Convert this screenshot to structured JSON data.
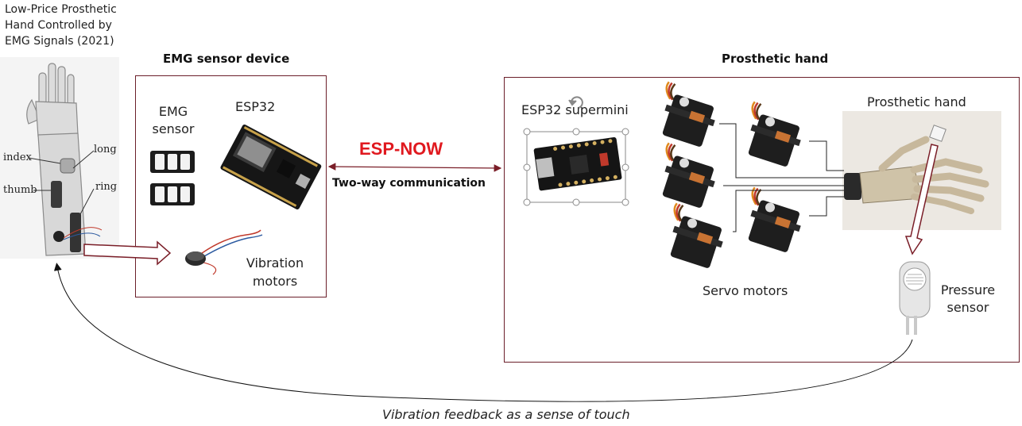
{
  "caption_top_left": [
    "Low-Price Prosthetic",
    "Hand Controlled by",
    "EMG Signals (2021)"
  ],
  "arm_labels": {
    "index": "index",
    "long": "long",
    "thumb": "thumb",
    "ring": "ring"
  },
  "emg_device": {
    "title": "EMG sensor device",
    "emg_sensor_label": [
      "EMG",
      "sensor"
    ],
    "esp32_label": "ESP32",
    "vibration_label": [
      "Vibration",
      "motors"
    ]
  },
  "link": {
    "protocol": "ESP-NOW",
    "description": "Two-way communication"
  },
  "prosthetic_hand": {
    "title": "Prosthetic hand",
    "board_label": "ESP32 supermini",
    "hand_label": "Prosthetic hand",
    "servo_label": "Servo motors",
    "pressure_label": [
      "Pressure",
      "sensor"
    ]
  },
  "feedback_caption": "Vibration feedback as a sense of touch",
  "colors": {
    "box_border": "#6b1f2a",
    "protocol_text": "#e0191f",
    "arrow": "#7a1e28"
  },
  "icons": [
    "arm-sketch",
    "emg-sensor-icon",
    "esp32-board-icon",
    "vibration-motor-icon",
    "supermini-board-icon",
    "servo-motor-icon",
    "prosthetic-hand-icon",
    "pressure-sensor-icon"
  ]
}
